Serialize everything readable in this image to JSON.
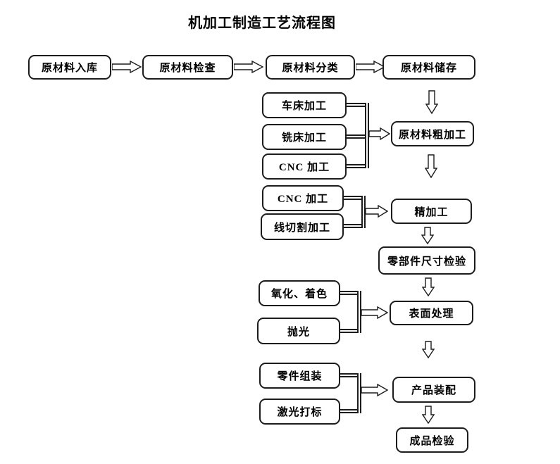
{
  "title": "机加工制造工艺流程图",
  "colors": {
    "line": "#000000",
    "box_fill": "#ffffff",
    "text": "#000000"
  },
  "top_row": [
    "原材料入库",
    "原材料检查",
    "原材料分类",
    "原材料储存"
  ],
  "groups": [
    {
      "inputs": [
        "车床加工",
        "铣床加工",
        "CNC 加工"
      ],
      "target": "原材料粗加工"
    },
    {
      "inputs": [
        "CNC 加工",
        "线切割加工"
      ],
      "target": "精加工"
    },
    {
      "inputs": [
        "氧化、着色",
        "抛光"
      ],
      "target": "表面处理"
    },
    {
      "inputs": [
        "零件组装",
        "激光打标"
      ],
      "target": "产品装配"
    }
  ],
  "main_chain_extra": [
    "零部件尺寸检验",
    "成品检验"
  ]
}
